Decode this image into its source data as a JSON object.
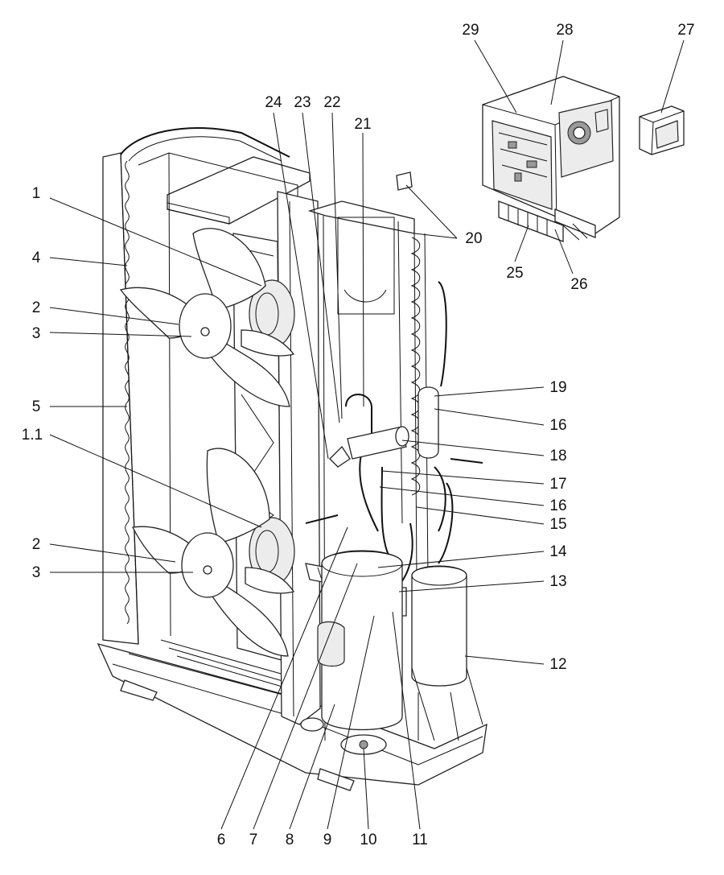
{
  "callouts": [
    {
      "id": "c1",
      "text": "1"
    },
    {
      "id": "c4",
      "text": "4"
    },
    {
      "id": "c2a",
      "text": "2"
    },
    {
      "id": "c3a",
      "text": "3"
    },
    {
      "id": "c5",
      "text": "5"
    },
    {
      "id": "c11a",
      "text": "1.1"
    },
    {
      "id": "c2b",
      "text": "2"
    },
    {
      "id": "c3b",
      "text": "3"
    },
    {
      "id": "c24",
      "text": "24"
    },
    {
      "id": "c23",
      "text": "23"
    },
    {
      "id": "c22",
      "text": "22"
    },
    {
      "id": "c21",
      "text": "21"
    },
    {
      "id": "c20",
      "text": "20"
    },
    {
      "id": "c19",
      "text": "19"
    },
    {
      "id": "c16a",
      "text": "16"
    },
    {
      "id": "c18",
      "text": "18"
    },
    {
      "id": "c17",
      "text": "17"
    },
    {
      "id": "c16b",
      "text": "16"
    },
    {
      "id": "c15",
      "text": "15"
    },
    {
      "id": "c14",
      "text": "14"
    },
    {
      "id": "c13",
      "text": "13"
    },
    {
      "id": "c12",
      "text": "12"
    },
    {
      "id": "c6",
      "text": "6"
    },
    {
      "id": "c7",
      "text": "7"
    },
    {
      "id": "c8",
      "text": "8"
    },
    {
      "id": "c9",
      "text": "9"
    },
    {
      "id": "c10",
      "text": "10"
    },
    {
      "id": "c11",
      "text": "11"
    },
    {
      "id": "c29",
      "text": "29"
    },
    {
      "id": "c28",
      "text": "28"
    },
    {
      "id": "c27",
      "text": "27"
    },
    {
      "id": "c25",
      "text": "25"
    },
    {
      "id": "c26",
      "text": "26"
    }
  ]
}
